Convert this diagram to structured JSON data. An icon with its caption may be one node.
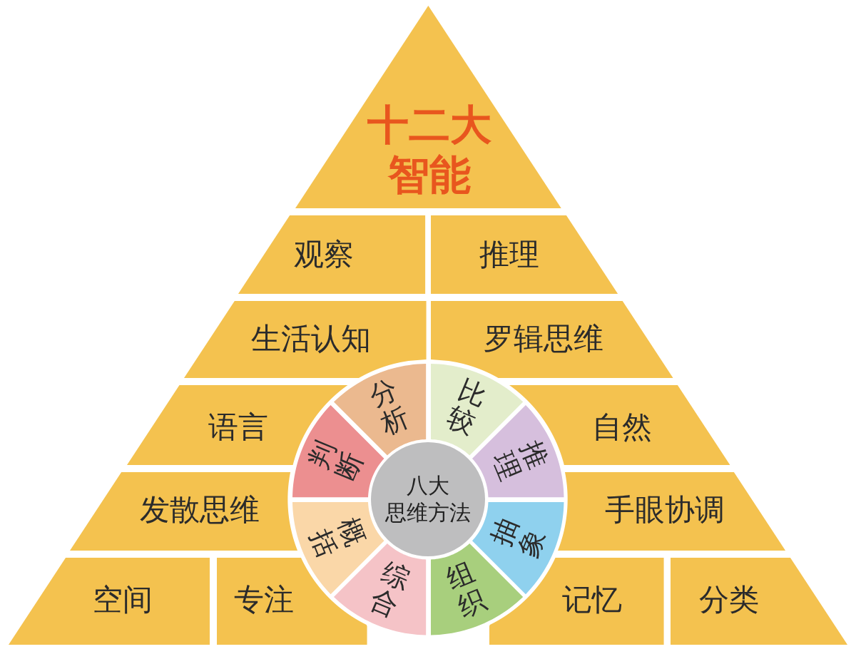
{
  "diagram": {
    "nodes": [
      {
        "text": [
          "十二大智能"
        ]
      },
      {
        "text": [
          "观察"
        ]
      },
      {
        "text": [
          "推理"
        ]
      },
      {
        "text": [
          "生活认知"
        ]
      },
      {
        "text": [
          "罗辑思维"
        ]
      },
      {
        "text": [
          "语言"
        ]
      },
      {
        "text": [
          "自然"
        ]
      },
      {
        "text": [
          "发散思维"
        ]
      },
      {
        "text": [
          "手眼协调"
        ]
      },
      {
        "text": [
          "空间"
        ]
      },
      {
        "text": [
          "专注"
        ]
      },
      {
        "text": [
          "记忆"
        ]
      },
      {
        "text": [
          "分类"
        ]
      },
      {
        "text": [
          "八大思维方法"
        ]
      },
      {
        "text": [
          "分析"
        ]
      },
      {
        "text": [
          "比较"
        ]
      },
      {
        "text": [
          "推理"
        ]
      },
      {
        "text": [
          "抽象"
        ]
      },
      {
        "text": [
          "组织"
        ]
      },
      {
        "text": [
          "综合"
        ]
      },
      {
        "text": [
          "概括"
        ]
      },
      {
        "text": [
          "判断"
        ]
      }
    ]
  }
}
